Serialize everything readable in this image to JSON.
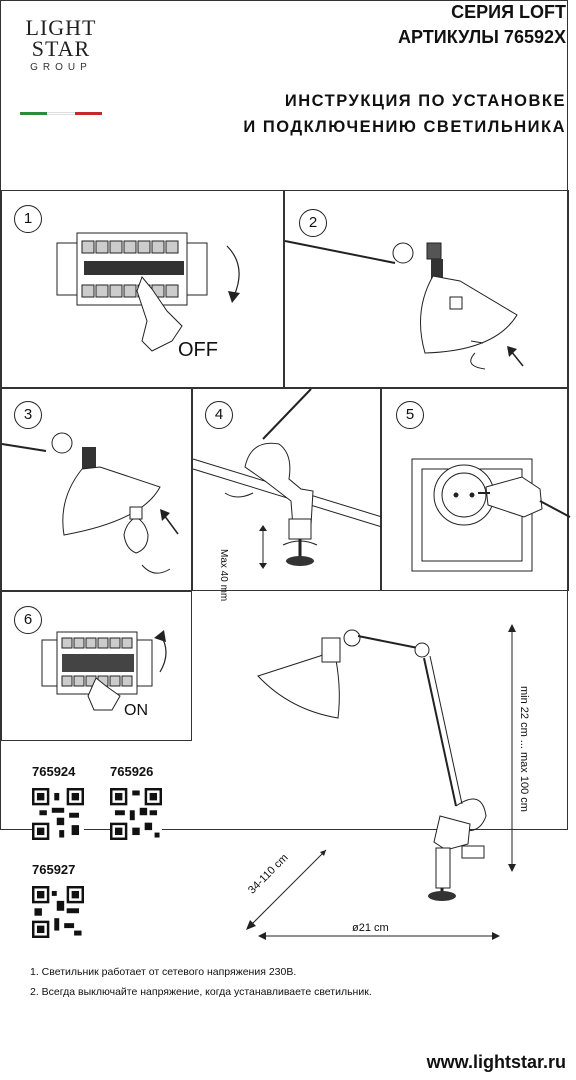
{
  "logo": {
    "line1": "LIGHT",
    "line2": "STAR",
    "line3": "GROUP"
  },
  "header": {
    "series": "СЕРИЯ LOFT",
    "articles": "АРТИКУЛЫ 76592X",
    "instruction_line1": "ИНСТРУКЦИЯ ПО УСТАНОВКЕ",
    "instruction_line2": "И ПОДКЛЮЧЕНИЮ СВЕТИЛЬНИКА"
  },
  "steps": [
    {
      "number": "1",
      "label": "OFF"
    },
    {
      "number": "2"
    },
    {
      "number": "3"
    },
    {
      "number": "4",
      "dimension": "Max 40 mm"
    },
    {
      "number": "5"
    },
    {
      "number": "6",
      "label": "ON"
    }
  ],
  "dimensions": {
    "height": "min 22 cm ... max 100 cm",
    "reach": "34-110 cm",
    "base": "ø21 cm"
  },
  "codes": [
    "765924",
    "765926",
    "765927"
  ],
  "notes": [
    "1. Светильник работает от сетевого напряжения 230В.",
    "2. Всегда выключайте напряжение, когда устанавливаете светильник."
  ],
  "footer": {
    "url": "www.lightstar.ru"
  },
  "colors": {
    "flag_green": "#2e8b3a",
    "flag_white": "#ffffff",
    "flag_red": "#c8282c"
  }
}
